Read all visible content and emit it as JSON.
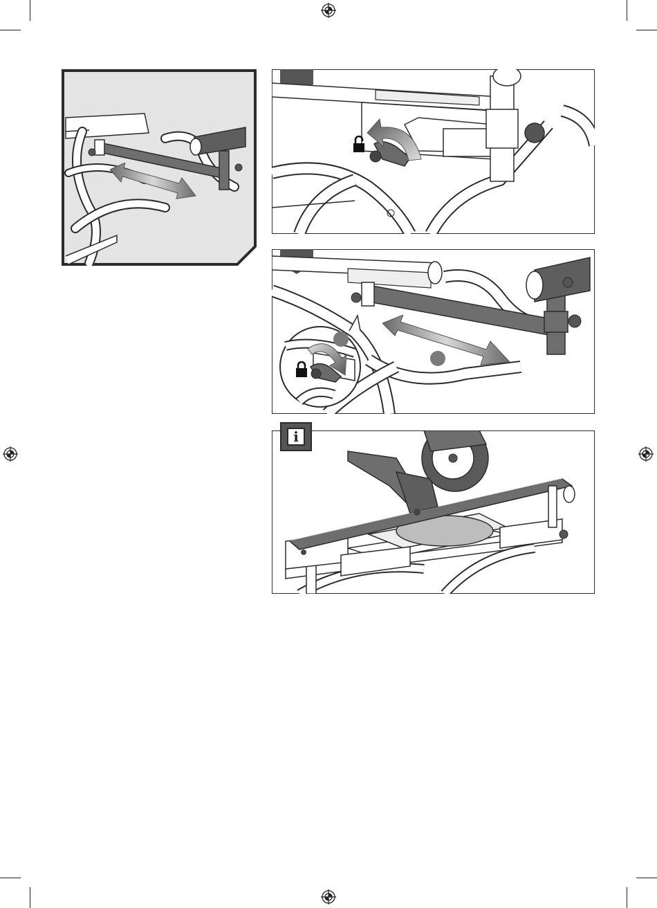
{
  "page": {
    "background": "#ffffff",
    "figure_stroke": "#2b2b2b",
    "figure_fill_dark": "#5a5a5a",
    "figure_fill_mid": "#8c8c8c",
    "figure_fill_light": "#e6e6e6"
  },
  "figures": [
    {
      "name": "overview-extend-arm",
      "icon": "double-arrow-icon"
    },
    {
      "name": "step-unlock-lever",
      "icon": "unlock-icon"
    },
    {
      "name": "step-extend-and-lock",
      "icons": [
        "double-arrow-icon",
        "lock-icon",
        "rotate-arrow-icon"
      ]
    },
    {
      "name": "saw-on-stand-info",
      "icon": "info-icon"
    }
  ],
  "info_badge": {
    "label": "i"
  }
}
